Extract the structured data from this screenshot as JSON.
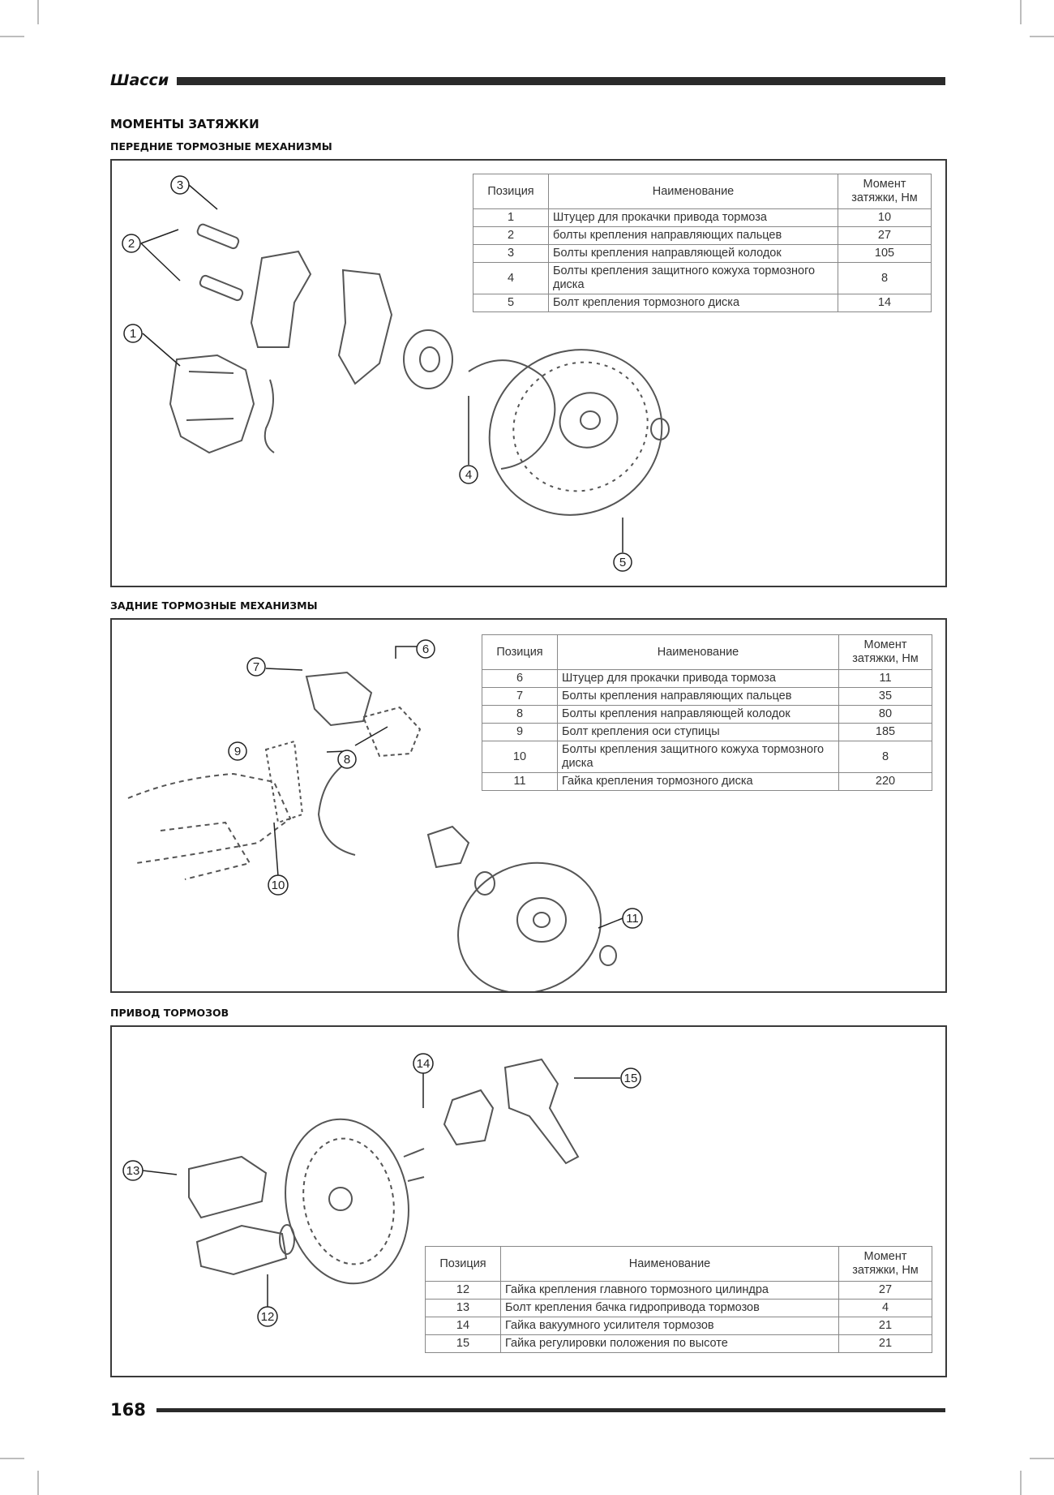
{
  "header": {
    "section": "Шасси"
  },
  "title": "МОМЕНТЫ ЗАТЯЖКИ",
  "footer": {
    "page_number": "168"
  },
  "columns": {
    "pos": "Позиция",
    "name": "Наименование",
    "torque_line1": "Момент",
    "torque_line2": "затяжки, Нм"
  },
  "front": {
    "heading": "ПЕРЕДНИЕ ТОРМОЗНЫЕ МЕХАНИЗМЫ",
    "rows": [
      {
        "pos": "1",
        "name": "Штуцер для прокачки привода тормоза",
        "torque": "10"
      },
      {
        "pos": "2",
        "name": "болты крепления направляющих пальцев",
        "torque": "27"
      },
      {
        "pos": "3",
        "name": "Болты крепления направляющей колодок",
        "torque": "105"
      },
      {
        "pos": "4",
        "name": "Болты крепления защитного кожуха тормозного диска",
        "torque": "8"
      },
      {
        "pos": "5",
        "name": "Болт крепления тормозного диска",
        "torque": "14"
      }
    ],
    "callouts": [
      "1",
      "2",
      "3",
      "4",
      "5"
    ]
  },
  "rear": {
    "heading": "ЗАДНИЕ ТОРМОЗНЫЕ МЕХАНИЗМЫ",
    "rows": [
      {
        "pos": "6",
        "name": "Штуцер для прокачки привода тормоза",
        "torque": "11"
      },
      {
        "pos": "7",
        "name": "Болты крепления направляющих пальцев",
        "torque": "35"
      },
      {
        "pos": "8",
        "name": "Болты крепления направляющей колодок",
        "torque": "80"
      },
      {
        "pos": "9",
        "name": "Болт крепления оси ступицы",
        "torque": "185"
      },
      {
        "pos": "10",
        "name": "Болты крепления защитного кожуха тормозного диска",
        "torque": "8"
      },
      {
        "pos": "11",
        "name": "Гайка крепления тормозного диска",
        "torque": "220"
      }
    ],
    "callouts": [
      "6",
      "7",
      "8",
      "9",
      "10",
      "11"
    ]
  },
  "drive": {
    "heading": "ПРИВОД ТОРМОЗОВ",
    "rows": [
      {
        "pos": "12",
        "name": "Гайка крепления главного тормозного цилиндра",
        "torque": "27"
      },
      {
        "pos": "13",
        "name": "Болт крепления бачка гидропривода тормозов",
        "torque": "4"
      },
      {
        "pos": "14",
        "name": "Гайка вакуумного усилителя тормозов",
        "torque": "21"
      },
      {
        "pos": "15",
        "name": "Гайка регулировки положения по высоте",
        "torque": "21"
      }
    ],
    "callouts": [
      "12",
      "13",
      "14",
      "15"
    ]
  }
}
